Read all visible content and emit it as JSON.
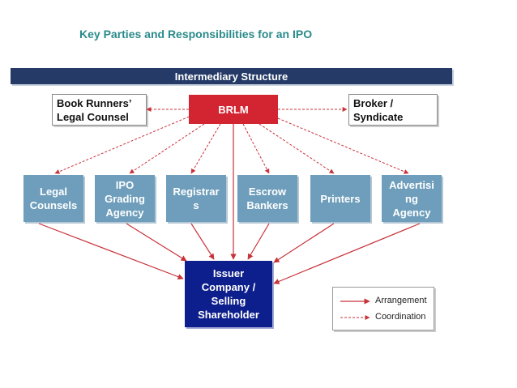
{
  "title": "Key Parties and Responsibilities for an IPO",
  "band": "Intermediary Structure",
  "book_runners": [
    "Book Runners’",
    "Legal Counsel"
  ],
  "brlm": "BRLM",
  "broker": [
    "Broker /",
    "Syndicate"
  ],
  "parties": {
    "legal": [
      "Legal",
      "Counsels"
    ],
    "ipo_grading": [
      "IPO",
      "Grading",
      "Agency"
    ],
    "registrar": [
      "Registrar",
      "s"
    ],
    "escrow": [
      "Escrow",
      "Bankers"
    ],
    "printers": [
      "Printers"
    ],
    "advertising": [
      "Advertisi",
      "ng",
      "Agency"
    ]
  },
  "issuer": [
    "Issuer",
    "Company /",
    "Selling",
    "Shareholder"
  ],
  "legend": {
    "arrangement": "Arrangement",
    "coordination": "Coordination"
  },
  "colors": {
    "title": "#2a8a8a",
    "band": "#253a66",
    "brlm": "#d32432",
    "party": "#6e9ebb",
    "issuer": "#0d1f8c",
    "connector": "#c8323a"
  }
}
